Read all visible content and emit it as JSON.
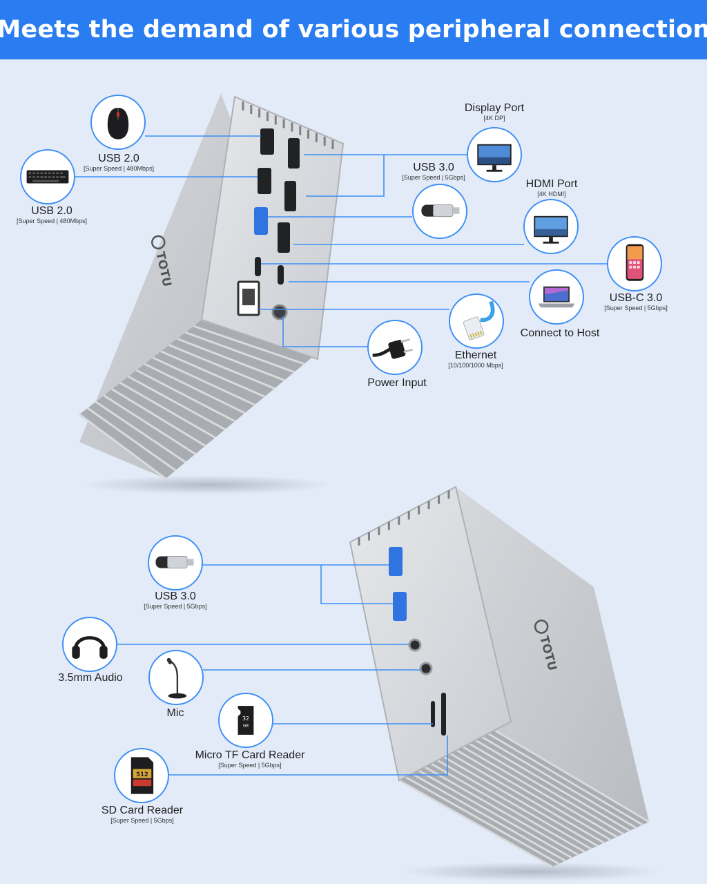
{
  "banner": {
    "title": "Meets the demand of various peripheral connection"
  },
  "device": {
    "brand": "TOTU"
  },
  "ports": {
    "usb2_mouse": {
      "title": "USB 2.0",
      "spec": "[Super Speed | 480Mbps]",
      "icon": "mouse-icon"
    },
    "usb2_keyboard": {
      "title": "USB 2.0",
      "spec": "[Super Speed | 480Mbps]",
      "icon": "keyboard-icon"
    },
    "display_port": {
      "title": "Display Port",
      "spec": "[4K DP]",
      "icon": "monitor-icon"
    },
    "usb3_rear": {
      "title": "USB 3.0",
      "spec": "[Super Speed | 5Gbps]",
      "icon": "flash-drive-icon"
    },
    "hdmi_port": {
      "title": "HDMI Port",
      "spec": "[4K HDMI]",
      "icon": "monitor-icon"
    },
    "usbc": {
      "title": "USB-C 3.0",
      "spec": "[Super Speed | 5Gbps]",
      "icon": "smartphone-icon"
    },
    "host": {
      "title": "Connect to Host",
      "icon": "laptop-icon"
    },
    "ethernet": {
      "title": "Ethernet",
      "spec": "[10/100/1000 Mbps]",
      "icon": "ethernet-cable-icon"
    },
    "power": {
      "title": "Power Input",
      "icon": "power-plug-icon"
    },
    "usb3_front": {
      "title": "USB 3.0",
      "spec": "[Super Speed | 5Gbps]",
      "icon": "flash-drive-icon"
    },
    "audio": {
      "title": "3.5mm Audio",
      "icon": "headphones-icon"
    },
    "mic": {
      "title": "Mic",
      "icon": "microphone-icon"
    },
    "micro_tf": {
      "title": "Micro TF Card Reader",
      "spec": "[Super Speed | 5Gbps]",
      "icon": "micro-sd-card-icon"
    },
    "sd": {
      "title": "SD Card Reader",
      "spec": "[Super Speed | 5Gbps]",
      "icon": "sd-card-icon"
    }
  },
  "colors": {
    "banner": "#2a7df0",
    "background": "#e3ebf9",
    "callout_line": "#3d8ff5",
    "usb3_port": "#2f74e0"
  }
}
